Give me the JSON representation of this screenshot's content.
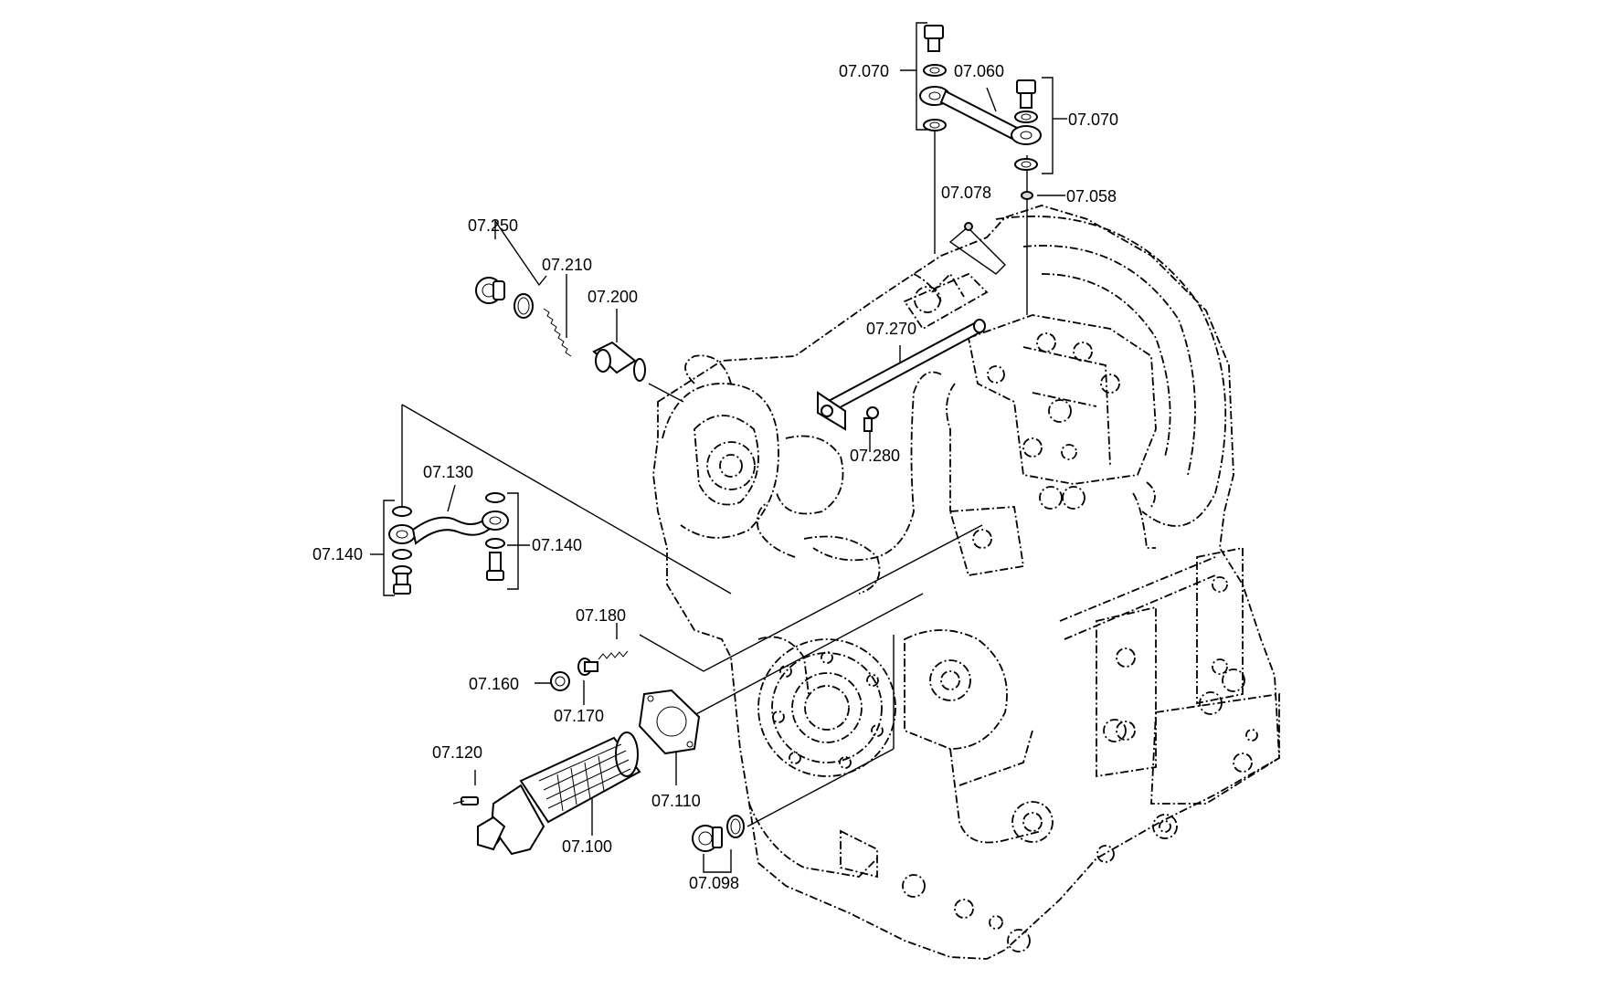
{
  "diagram": {
    "callouts": [
      {
        "id": "c07070a",
        "label": "07.070"
      },
      {
        "id": "c07060",
        "label": "07.060"
      },
      {
        "id": "c07070b",
        "label": "07.070"
      },
      {
        "id": "c07078",
        "label": "07.078"
      },
      {
        "id": "c07058",
        "label": "07.058"
      },
      {
        "id": "c07250",
        "label": "07.250"
      },
      {
        "id": "c07210",
        "label": "07.210"
      },
      {
        "id": "c07200",
        "label": "07.200"
      },
      {
        "id": "c07270",
        "label": "07.270"
      },
      {
        "id": "c07280",
        "label": "07.280"
      },
      {
        "id": "c07130",
        "label": "07.130"
      },
      {
        "id": "c07140a",
        "label": "07.140"
      },
      {
        "id": "c07140b",
        "label": "07.140"
      },
      {
        "id": "c07180",
        "label": "07.180"
      },
      {
        "id": "c07160",
        "label": "07.160"
      },
      {
        "id": "c07170",
        "label": "07.170"
      },
      {
        "id": "c07120",
        "label": "07.120"
      },
      {
        "id": "c07110",
        "label": "07.110"
      },
      {
        "id": "c07100",
        "label": "07.100"
      },
      {
        "id": "c07098",
        "label": "07.098"
      }
    ]
  }
}
